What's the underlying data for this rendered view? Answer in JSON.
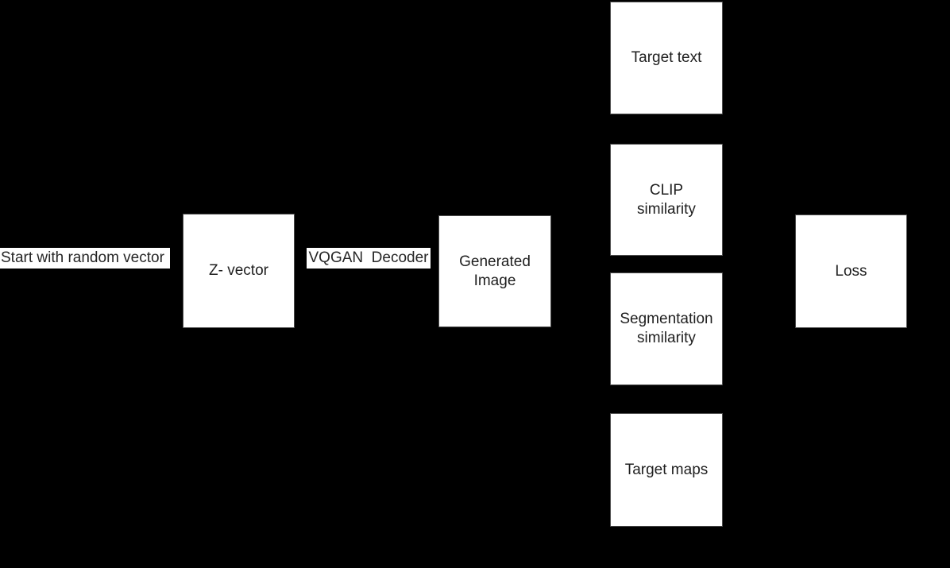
{
  "colors": {
    "background": "#000000",
    "box_fill": "#ffffff",
    "box_border": "#4d4d4d",
    "text": "#1f1f1f"
  },
  "labels": {
    "start_vector": "Start with random vector",
    "vqgan_decoder": "VQGAN  Decoder"
  },
  "nodes": {
    "z_vector": "Z- vector",
    "generated_image": "Generated\nImage",
    "target_text": "Target text",
    "clip_similarity": "CLIP\nsimilarity",
    "segmentation_similarity": "Segmentation\nsimilarity",
    "target_maps": "Target maps",
    "loss": "Loss"
  }
}
